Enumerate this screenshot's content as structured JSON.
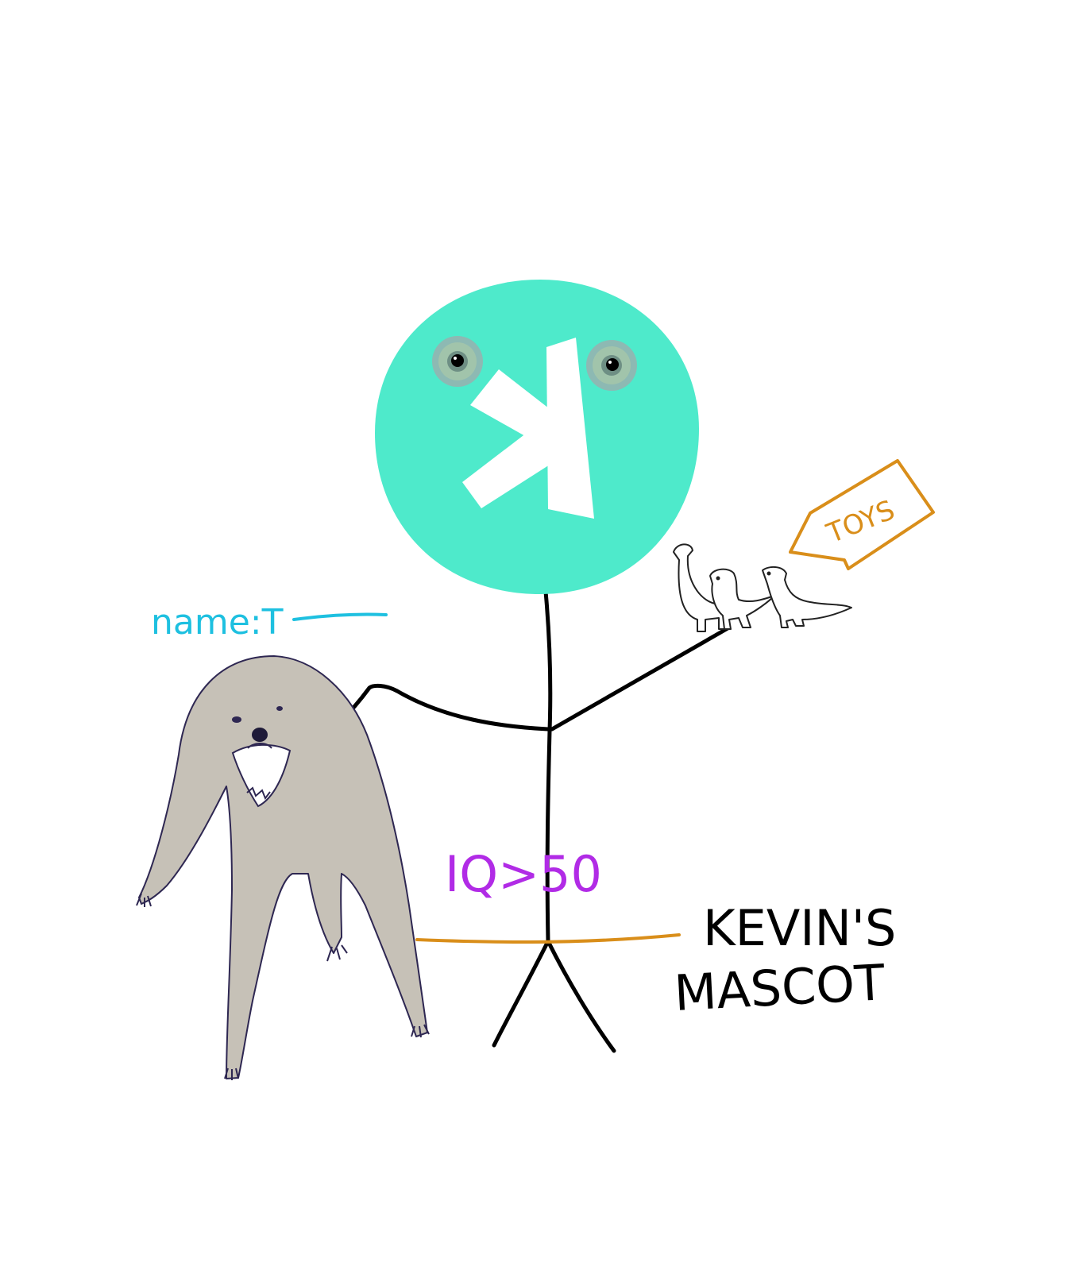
{
  "labels": {
    "dog_name": "name:T",
    "toys": "TOYS",
    "iq": "IQ>50",
    "mascot_line1": "KEVIN'S",
    "mascot_line2": "MASCOT"
  },
  "colors": {
    "background": "#ffffff",
    "head": "#4EEACB",
    "k_logo": "#ffffff",
    "stick_figure": "#000000",
    "dog_body": "#C6C1B7",
    "dog_outline": "#2E2752",
    "name_label": "#1EC0E0",
    "toys_label": "#D98E1A",
    "iq_label": "#B12BE6",
    "belt": "#D98E1A",
    "mascot_label": "#000000",
    "eye_iris": "#8DB9B3",
    "eye_pupil": "#000000"
  },
  "icons": {
    "head": "kotlin-k-logo-icon",
    "eyes": "eyeball-icon",
    "toys": "dinosaur-toys-icon",
    "pet": "dog-drawing"
  }
}
